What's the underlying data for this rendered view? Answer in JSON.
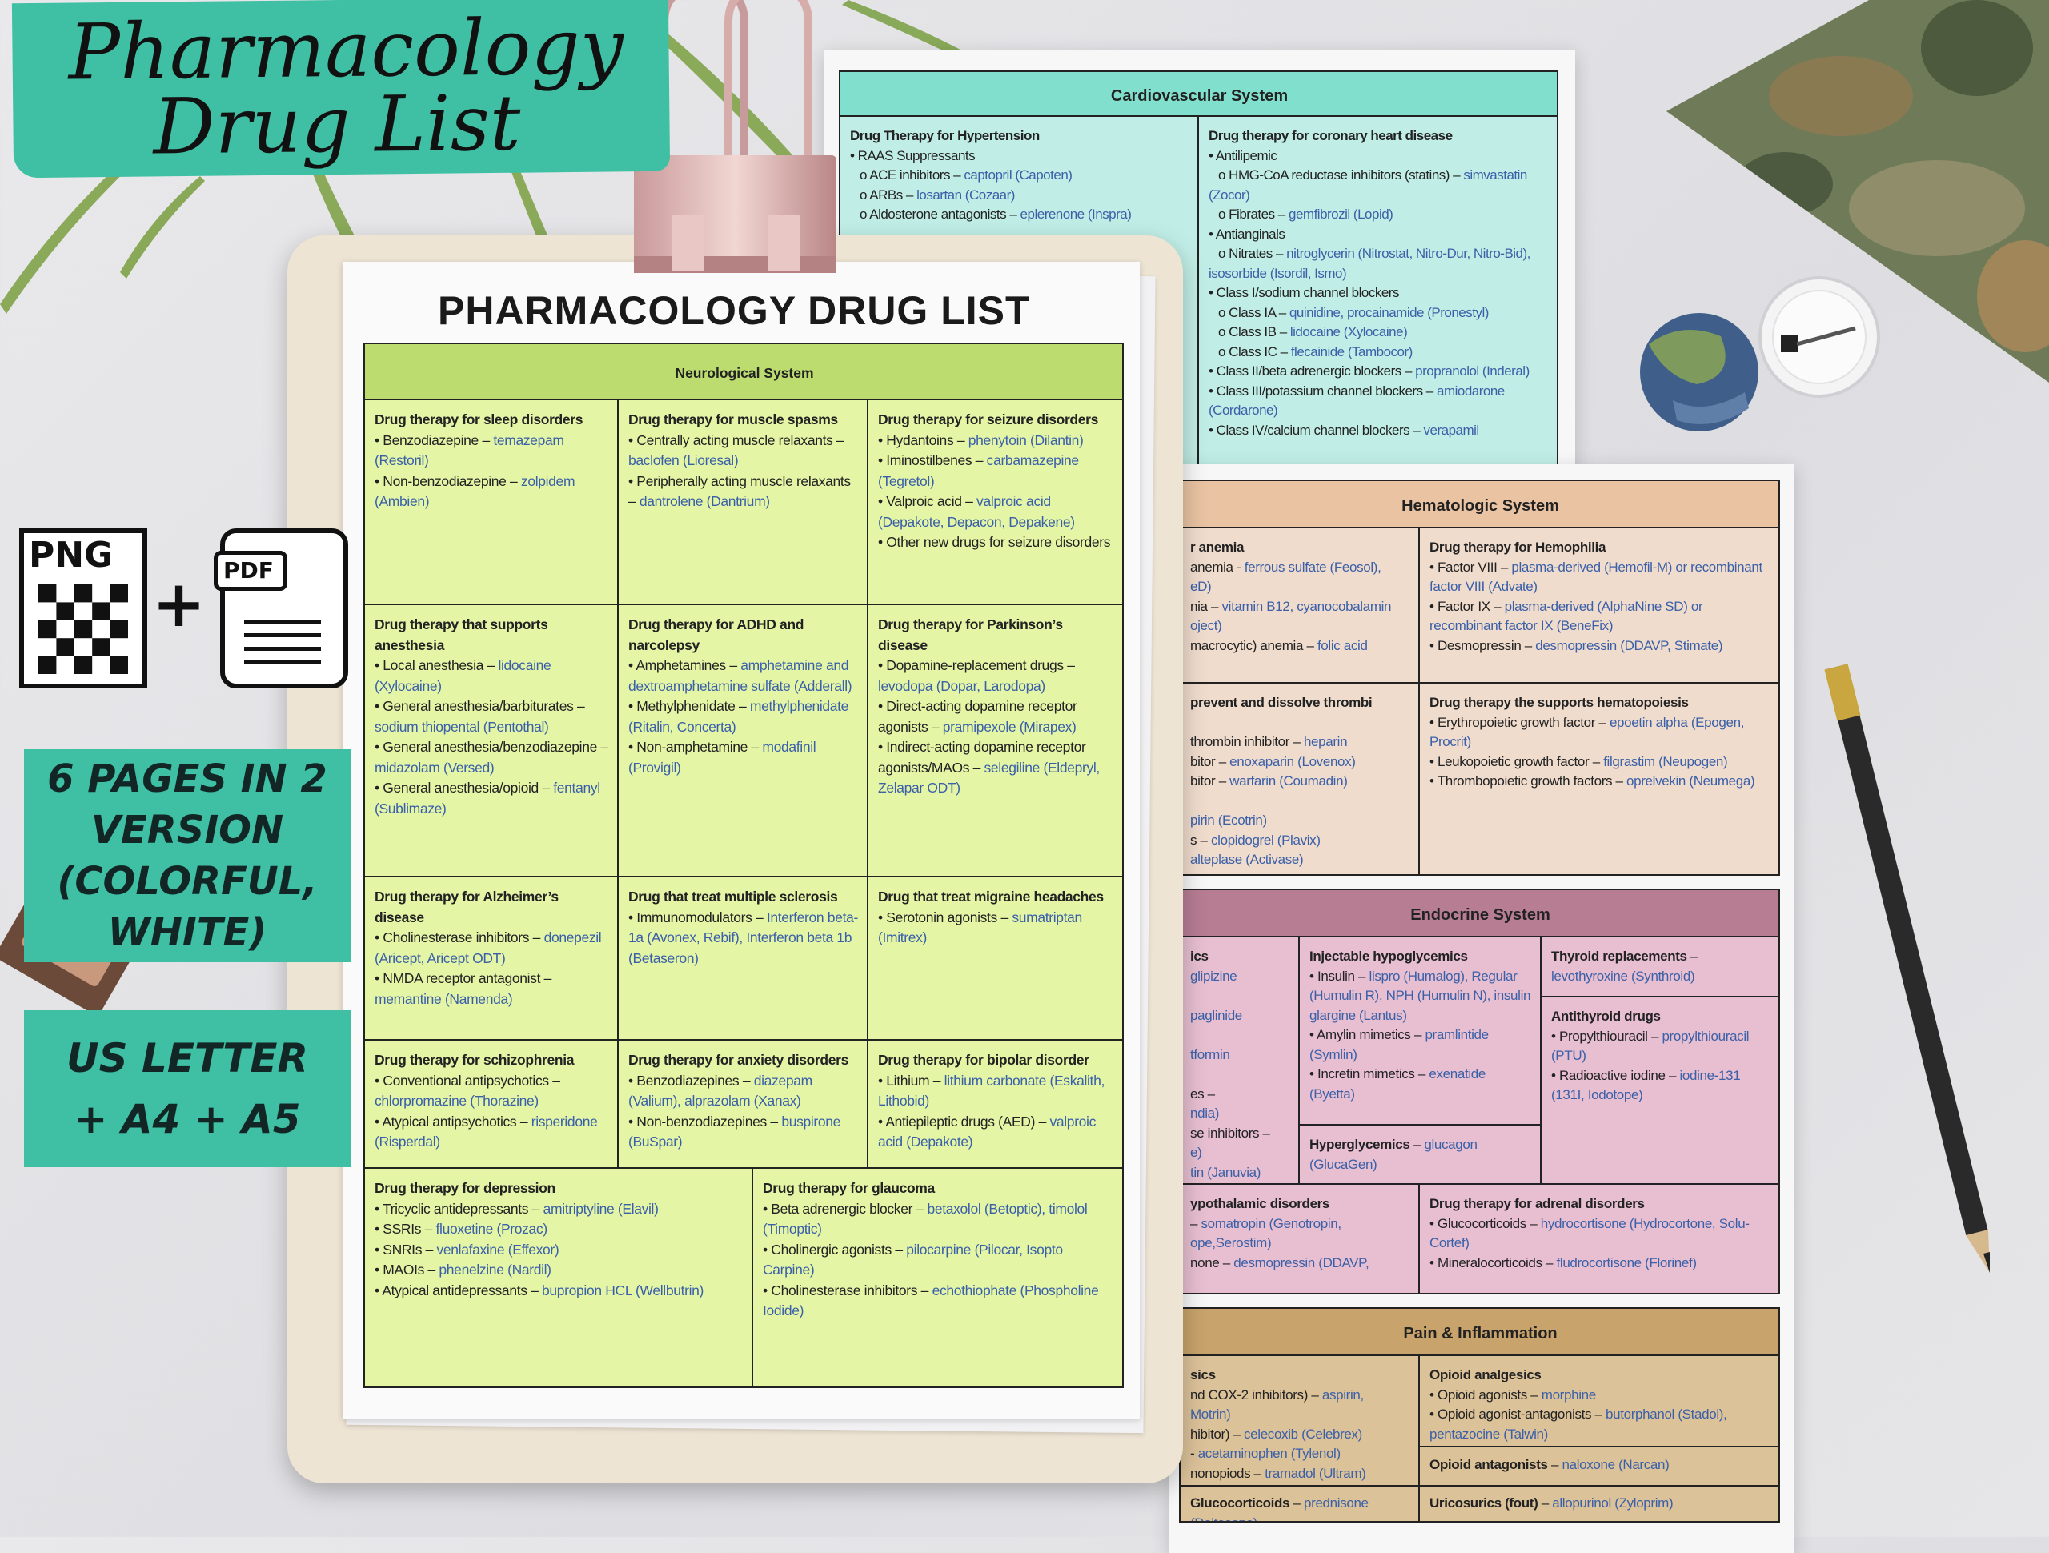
{
  "banner": {
    "title_line1": "Pharmacology",
    "title_line2": "Drug List"
  },
  "file_formats": {
    "png": "PNG",
    "pdf": "PDF",
    "plus": "+"
  },
  "pages_badge": {
    "lines": [
      "6 PAGES IN 2",
      "VERSION",
      "(COLORFUL,",
      "WHITE)"
    ]
  },
  "sizes_badge": {
    "lines": [
      "US LETTER",
      "+ A4 + A5"
    ]
  },
  "paper_title": "PHARMACOLOGY DRUG LIST",
  "colors": {
    "teal_badge": "#3fbfa4",
    "drug_blue": "#3b60a8",
    "cardio": "#80e0cd",
    "hema": "#e9c3a2",
    "endo": "#b77d93",
    "pain": "#c8a36b",
    "neuro": "#bcdc70"
  },
  "tables": {
    "cardio": {
      "header": "Cardiovascular System",
      "cells": [
        {
          "items": [
            {
              "b": "Drug Therapy for Hypertension"
            },
            {
              "t": "• RAAS Suppressants"
            },
            {
              "t": "o ACE inhibitors – ",
              "d": "captopril (Capoten)"
            },
            {
              "t": "o ARBs – ",
              "d": "losartan (Cozaar)"
            },
            {
              "t": "o Aldosterone antagonists – ",
              "d": "eplerenone (Inspra)"
            }
          ]
        },
        {
          "items": [
            {
              "b": "Drug therapy for coronary heart disease"
            },
            {
              "t": "• Antilipemic"
            },
            {
              "t": "o HMG-CoA reductase inhibitors (statins) – ",
              "d": "simvastatin (Zocor)"
            },
            {
              "t": "o Fibrates – ",
              "d": "gemfibrozil (Lopid)"
            },
            {
              "t": "• Antianginals"
            },
            {
              "t": "o Nitrates – ",
              "d": "nitroglycerin (Nitrostat, Nitro-Dur, Nitro-Bid), isosorbide (Isordil, Ismo)"
            },
            {
              "t": "• Class I/sodium channel blockers"
            },
            {
              "t": "o Class IA – ",
              "d": "quinidine, procainamide (Pronestyl)"
            },
            {
              "t": "o Class IB – ",
              "d": "lidocaine (Xylocaine)"
            },
            {
              "t": "o Class IC – ",
              "d": "flecainide (Tambocor)"
            },
            {
              "t": "• Class II/beta adrenergic blockers – ",
              "d": "propranolol (Inderal)"
            },
            {
              "t": "• Class III/potassium channel blockers – ",
              "d": "amiodarone (Cordarone)"
            },
            {
              "t": "• Class IV/calcium channel blockers – ",
              "d": "verapamil"
            }
          ]
        }
      ]
    },
    "hema": {
      "header": "Hematologic System",
      "cells": [
        {
          "items": [
            {
              "b": "r anemia"
            },
            {
              "t": "anemia - ",
              "d": "ferrous sulfate (Feosol),"
            },
            {
              "d": "eD)"
            },
            {
              "t": "nia – ",
              "d": "vitamin B12, cyanocobalamin"
            },
            {
              "d": "oject)"
            },
            {
              "t": "macrocytic) anemia – ",
              "d": "folic acid"
            }
          ]
        },
        {
          "items": [
            {
              "b": "Drug therapy for Hemophilia"
            },
            {
              "t": "• Factor VIII – ",
              "d": "plasma-derived (Hemofil-M) or recombinant factor VIII (Advate)"
            },
            {
              "t": "• Factor IX – ",
              "d": "plasma-derived (AlphaNine SD) or recombinant factor IX (BeneFix)"
            },
            {
              "t": "• Desmopressin – ",
              "d": "desmopressin (DDAVP, Stimate)"
            }
          ]
        },
        {
          "items": [
            {
              "b": "prevent and dissolve thrombi"
            },
            {},
            {
              "t": "thrombin inhibitor – ",
              "d": "heparin"
            },
            {
              "t": "bitor – ",
              "d": "enoxaparin (Lovenox)"
            },
            {
              "t": "bitor – ",
              "d": "warfarin (Coumadin)"
            },
            {},
            {
              "d": "pirin (Ecotrin)"
            },
            {
              "t": "s – ",
              "d": "clopidogrel (Plavix)"
            },
            {
              "d": "alteplase (Activase)"
            }
          ]
        },
        {
          "items": [
            {
              "b": "Drug therapy the supports hematopoiesis"
            },
            {
              "t": "• Erythropoietic growth factor – ",
              "d": "epoetin alpha (Epogen, Procrit)"
            },
            {
              "t": "• Leukopoietic growth factor – ",
              "d": "filgrastim (Neupogen)"
            },
            {
              "t": "• Thrombopoietic growth factors – ",
              "d": "oprelvekin (Neumega)"
            }
          ]
        }
      ]
    },
    "endo": {
      "header": "Endocrine System",
      "cells": [
        {
          "items": [
            {
              "b": "ics"
            },
            {
              "d": "glipizine"
            },
            {},
            {
              "d": "paglinide"
            },
            {},
            {
              "d": "tformin"
            },
            {},
            {
              "t": "es –"
            },
            {
              "d": "ndia)"
            },
            {
              "t": "se inhibitors –"
            },
            {
              "d": "e)"
            },
            {
              "d": "tin (Januvia)"
            }
          ]
        },
        {
          "items": [
            {
              "b": "Injectable hypoglycemics"
            },
            {
              "t": "• Insulin – ",
              "d": "lispro (Humalog), Regular (Humulin R), NPH (Humulin N), insulin glargine (Lantus)"
            },
            {
              "t": "• Amylin mimetics – ",
              "d": "pramlintide (Symlin)"
            },
            {
              "t": "• Incretin mimetics – ",
              "d": "exenatide (Byetta)"
            }
          ]
        },
        {
          "items": [
            {
              "b": "Hyperglycemics",
              "t": " – ",
              "d": "glucagon (GlucaGen)"
            }
          ]
        },
        {
          "items": [
            {
              "b": "Thyroid replacements",
              "t": " – ",
              "d": "levothyroxine (Synthroid)"
            }
          ]
        },
        {
          "items": [
            {
              "b": "Antithyroid drugs"
            },
            {
              "t": "• Propylthiouracil – ",
              "d": "propylthiouracil (PTU)"
            },
            {
              "t": "• Radioactive iodine – ",
              "d": "iodine-131 (131I, Iodotope)"
            }
          ]
        },
        {
          "items": [
            {
              "b": "ypothalamic disorders"
            },
            {
              "t": "– ",
              "d": "somatropin (Genotropin,"
            },
            {
              "d": "ope,Serostim)"
            },
            {
              "t": "none – ",
              "d": "desmopressin (DDAVP,"
            }
          ]
        },
        {
          "items": [
            {
              "b": "Drug therapy for adrenal disorders"
            },
            {
              "t": "• Glucocorticoids – ",
              "d": "hydrocortisone (Hydrocortone, Solu-Cortef)"
            },
            {
              "t": "• Mineralocorticoids – ",
              "d": "fludrocortisone (Florinef)"
            }
          ]
        }
      ]
    },
    "pain": {
      "header": "Pain & Inflammation",
      "cells": [
        {
          "items": [
            {
              "b": "sics"
            },
            {
              "t": "nd COX-2 inhibitors) – ",
              "d": "aspirin,"
            },
            {
              "d": "Motrin)"
            },
            {
              "t": "hibitor) – ",
              "d": "celecoxib (Celebrex)"
            },
            {
              "t": "- ",
              "d": "acetaminophen (Tylenol)"
            },
            {
              "t": "nonopiods – ",
              "d": "tramadol (Ultram)"
            }
          ]
        },
        {
          "items": [
            {
              "b": "Opioid analgesics"
            },
            {
              "t": "• Opioid agonists – ",
              "d": "morphine"
            },
            {
              "t": "• Opioid agonist-antagonists – ",
              "d": "butorphanol (Stadol), pentazocine (Talwin)"
            }
          ]
        },
        {
          "items": [
            {
              "b": "Opioid antagonists",
              "t": " – ",
              "d": "naloxone (Narcan)"
            }
          ]
        },
        {
          "items": [
            {
              "b": "Glucocorticoids",
              "t": " – ",
              "d": "prednisone (Deltasone)"
            }
          ]
        },
        {
          "items": [
            {
              "b": "Uricosurics (fout)",
              "t": " – ",
              "d": "allopurinol (Zyloprim)"
            }
          ]
        }
      ]
    },
    "neuro": {
      "header": "Neurological System",
      "cells": [
        {
          "items": [
            {
              "b": "Drug therapy for sleep disorders"
            },
            {
              "t": "• Benzodiazepine – ",
              "d": "temazepam (Restoril)"
            },
            {
              "t": "• Non-benzodiazepine – ",
              "d": "zolpidem (Ambien)"
            }
          ]
        },
        {
          "items": [
            {
              "b": "Drug therapy for muscle spasms"
            },
            {
              "t": "• Centrally acting muscle relaxants – ",
              "d": "baclofen (Lioresal)"
            },
            {
              "t": "• Peripherally acting muscle relaxants – ",
              "d": "dantrolene (Dantrium)"
            }
          ]
        },
        {
          "items": [
            {
              "b": "Drug therapy for seizure disorders"
            },
            {
              "t": "• Hydantoins – ",
              "d": "phenytoin (Dilantin)"
            },
            {
              "t": "• Iminostilbenes – ",
              "d": "carbamazepine (Tegretol)"
            },
            {
              "t": "• Valproic acid – ",
              "d": "valproic acid (Depakote, Depacon, Depakene)"
            },
            {
              "t": "• Other new drugs for seizure disorders"
            }
          ]
        },
        {
          "items": [
            {
              "b": "Drug therapy that supports anesthesia"
            },
            {
              "t": "• Local anesthesia – ",
              "d": "lidocaine (Xylocaine)"
            },
            {
              "t": "• General anesthesia/barbiturates – ",
              "d": "sodium thiopental (Pentothal)"
            },
            {
              "t": "• General anesthesia/benzodiazepine – ",
              "d": "midazolam (Versed)"
            },
            {
              "t": "• General anesthesia/opioid – ",
              "d": "fentanyl (Sublimaze)"
            }
          ]
        },
        {
          "items": [
            {
              "b": "Drug therapy for ADHD and narcolepsy"
            },
            {
              "t": "• Amphetamines – ",
              "d": "amphetamine and dextroamphetamine sulfate (Adderall)"
            },
            {
              "t": "• Methylphenidate – ",
              "d": "methylphenidate (Ritalin, Concerta)"
            },
            {
              "t": "• Non-amphetamine – ",
              "d": "modafinil (Provigil)"
            }
          ]
        },
        {
          "items": [
            {
              "b": "Drug therapy for Parkinson’s disease"
            },
            {
              "t": "• Dopamine-replacement drugs – ",
              "d": "levodopa (Dopar, Larodopa)"
            },
            {
              "t": "• Direct-acting dopamine receptor agonists – ",
              "d": "pramipexole (Mirapex)"
            },
            {
              "t": "• Indirect-acting dopamine receptor agonists/MAOs – ",
              "d": "selegiline (Eldepryl, Zelapar ODT)"
            }
          ]
        },
        {
          "items": [
            {
              "b": "Drug therapy for Alzheimer’s disease"
            },
            {
              "t": "• Cholinesterase inhibitors – ",
              "d": "donepezil (Aricept, Aricept ODT)"
            },
            {
              "t": "• NMDA receptor antagonist – ",
              "d": "memantine (Namenda)"
            }
          ]
        },
        {
          "items": [
            {
              "b": "Drug that treat multiple sclerosis"
            },
            {
              "t": "• Immunomodulators – ",
              "d": "Interferon beta-1a (Avonex, Rebif), Interferon beta 1b (Betaseron)"
            }
          ]
        },
        {
          "items": [
            {
              "b": "Drug that treat migraine headaches"
            },
            {
              "t": "• Serotonin agonists – ",
              "d": "sumatriptan (Imitrex)"
            }
          ]
        },
        {
          "items": [
            {
              "b": "Drug therapy for schizophrenia"
            },
            {
              "t": "• Conventional antipsychotics – ",
              "d": "chlorpromazine (Thorazine)"
            },
            {
              "t": "• Atypical antipsychotics – ",
              "d": "risperidone (Risperdal)"
            }
          ]
        },
        {
          "items": [
            {
              "b": "Drug therapy for anxiety disorders"
            },
            {
              "t": "• Benzodiazepines – ",
              "d": "diazepam (Valium), alprazolam (Xanax)"
            },
            {
              "t": "• Non-benzodiazepines – ",
              "d": "buspirone (BuSpar)"
            }
          ]
        },
        {
          "items": [
            {
              "b": "Drug therapy for bipolar disorder"
            },
            {
              "t": "• Lithium – ",
              "d": "lithium carbonate (Eskalith, Lithobid)"
            },
            {
              "t": "• Antiepileptic drugs (AED) – ",
              "d": "valproic acid (Depakote)"
            }
          ]
        },
        {
          "items": [
            {
              "b": "Drug therapy for depression"
            },
            {
              "t": "• Tricyclic antidepressants – ",
              "d": "amitriptyline (Elavil)"
            },
            {
              "t": "• SSRIs – ",
              "d": "fluoxetine (Prozac)"
            },
            {
              "t": "• SNRIs – ",
              "d": "venlafaxine (Effexor)"
            },
            {
              "t": "• MAOIs – ",
              "d": "phenelzine (Nardil)"
            },
            {
              "t": "• Atypical antidepressants – ",
              "d": "bupropion HCL (Wellbutrin)"
            }
          ]
        },
        {
          "items": [
            {
              "b": "Drug therapy for glaucoma"
            },
            {
              "t": "• Beta adrenergic blocker – ",
              "d": "betaxolol (Betoptic), timolol (Timoptic)"
            },
            {
              "t": "• Cholinergic agonists – ",
              "d": "pilocarpine (Pilocar, Isopto Carpine)"
            },
            {
              "t": "• Cholinesterase inhibitors – ",
              "d": "echothiophate (Phospholine Iodide)"
            }
          ]
        }
      ]
    }
  }
}
